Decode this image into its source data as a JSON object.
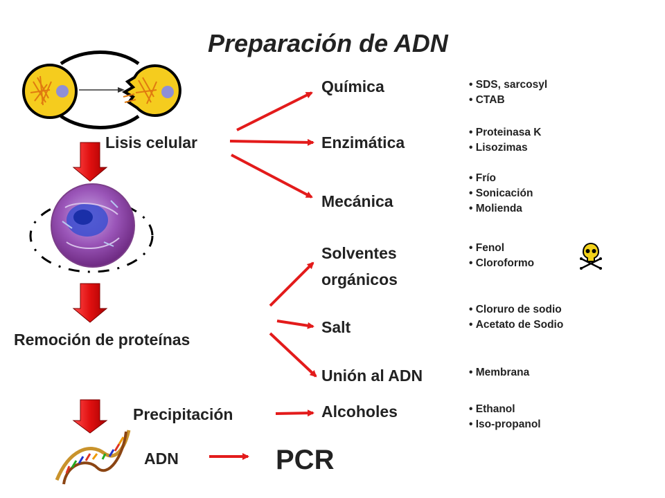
{
  "title": "Preparación de ADN",
  "steps": {
    "lysis": "Lisis celular",
    "protein_removal": "Remoción de proteínas",
    "precipitation": "Precipitación",
    "dna": "ADN",
    "pcr": "PCR"
  },
  "methods": {
    "quimica": "Química",
    "enzimatica": "Enzimática",
    "mecanica": "Mecánica",
    "solventes": [
      "Solventes",
      "orgánicos"
    ],
    "salt": "Salt",
    "union": "Unión al ADN",
    "alcoholes": "Alcoholes"
  },
  "details": {
    "quimica": [
      "SDS, sarcosyl",
      "CTAB"
    ],
    "enzimatica": [
      "Proteinasa K",
      "Lisozimas"
    ],
    "mecanica": [
      "Frío",
      "Sonicación",
      "Molienda"
    ],
    "solventes": [
      "Fenol",
      "Cloroformo"
    ],
    "salt": [
      "Cloruro de sodio",
      "Acetato de Sodio"
    ],
    "union": [
      "Membrana"
    ],
    "alcoholes": [
      "Ethanol",
      "Iso-propanol"
    ]
  },
  "colors": {
    "arrow": "#e31b1b",
    "cell": "#f5cc1e",
    "nucleus": "#8f8fd6"
  },
  "icons": [
    "cell-lysis-icon",
    "cell-icon",
    "skull-crossbones-icon",
    "dna-helix-icon"
  ]
}
